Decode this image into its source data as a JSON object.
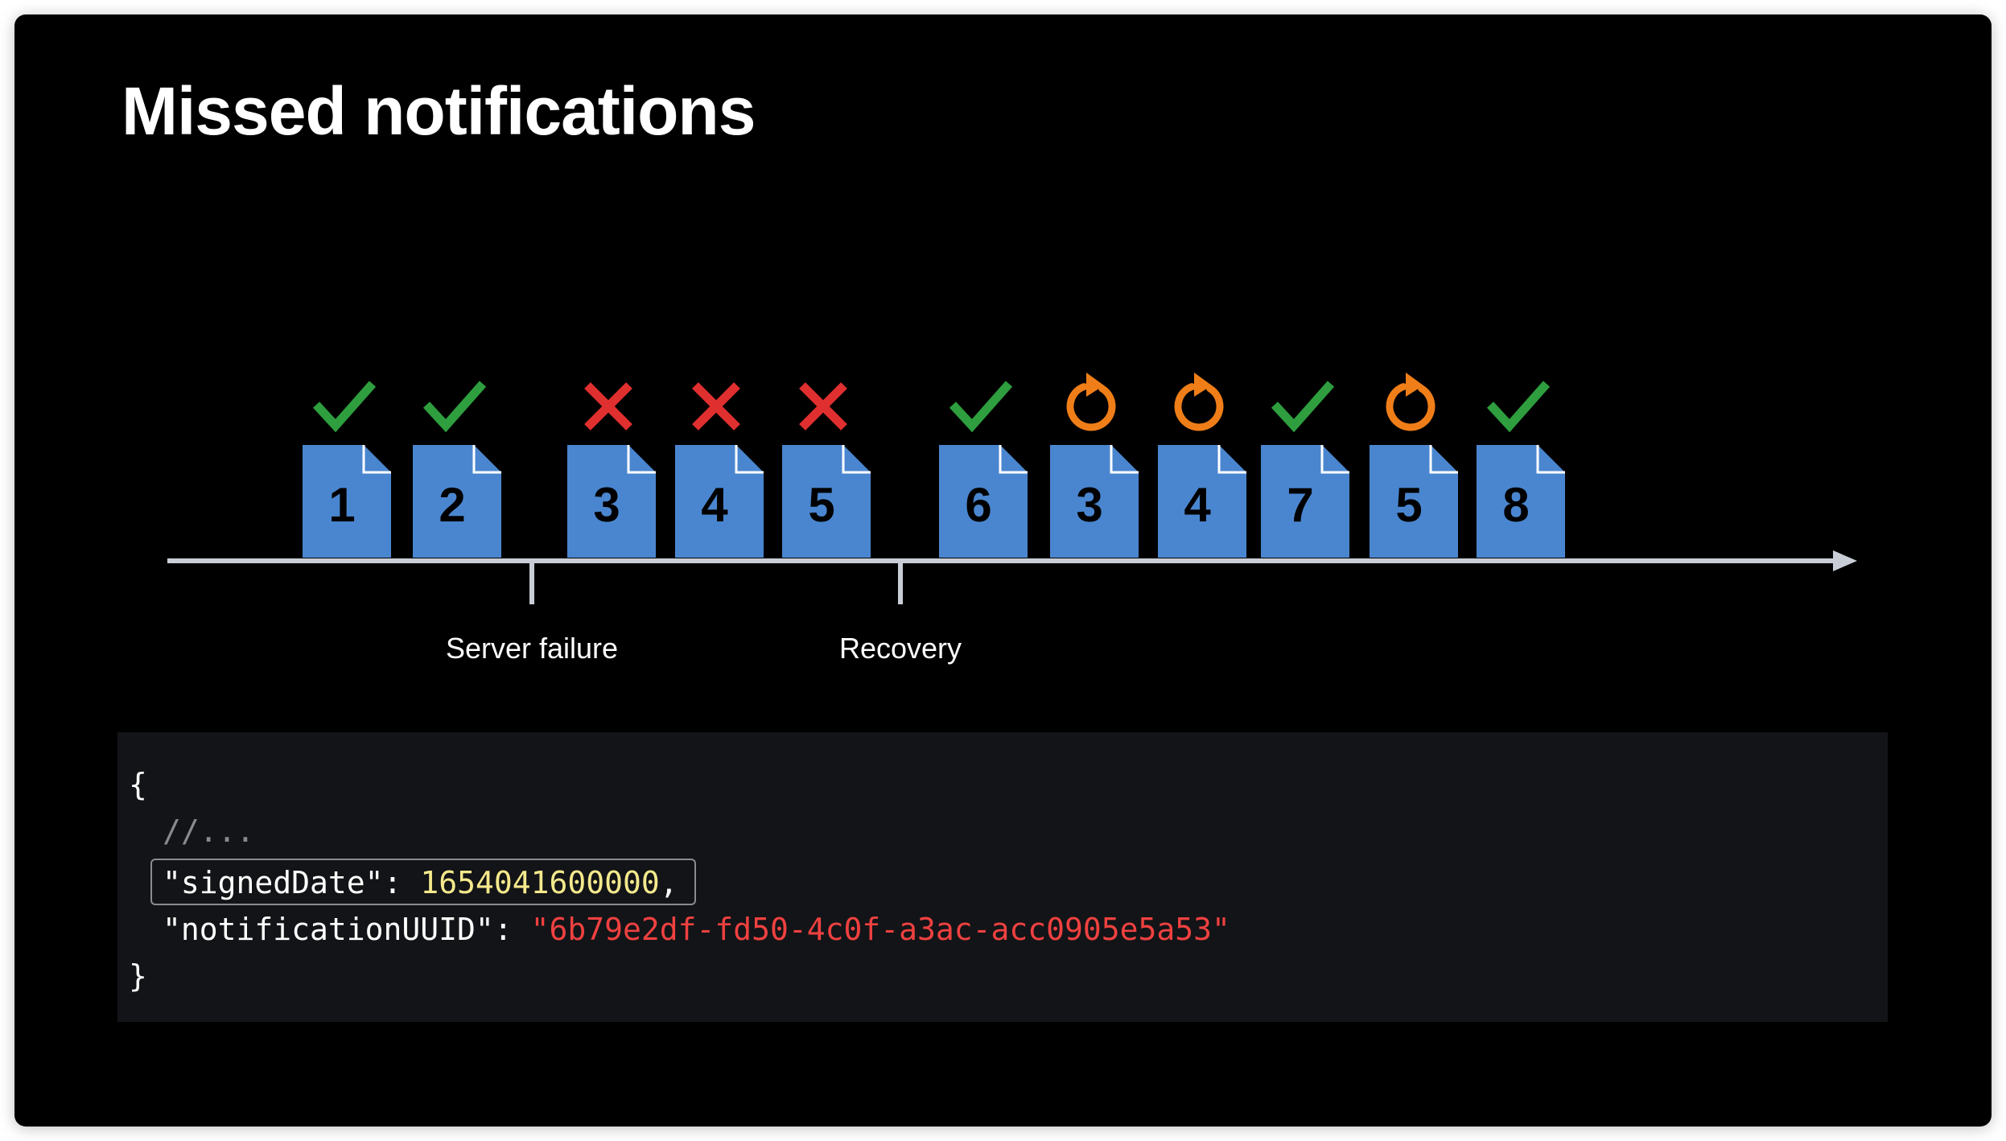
{
  "slide": {
    "title": "Missed notifications"
  },
  "timeline": {
    "events": [
      {
        "number": "1",
        "status": "success",
        "icon": "check-icon"
      },
      {
        "number": "2",
        "status": "success",
        "icon": "check-icon"
      },
      {
        "number": "3",
        "status": "failed",
        "icon": "cross-icon"
      },
      {
        "number": "4",
        "status": "failed",
        "icon": "cross-icon"
      },
      {
        "number": "5",
        "status": "failed",
        "icon": "cross-icon"
      },
      {
        "number": "6",
        "status": "success",
        "icon": "check-icon"
      },
      {
        "number": "3",
        "status": "retry",
        "icon": "retry-icon"
      },
      {
        "number": "4",
        "status": "retry",
        "icon": "retry-icon"
      },
      {
        "number": "7",
        "status": "success",
        "icon": "check-icon"
      },
      {
        "number": "5",
        "status": "retry",
        "icon": "retry-icon"
      },
      {
        "number": "8",
        "status": "success",
        "icon": "check-icon"
      }
    ],
    "markers": [
      {
        "label": "Server failure"
      },
      {
        "label": "Recovery"
      }
    ],
    "colors": {
      "document": "#4a86cf",
      "success": "#2e9e3e",
      "failed": "#e02f2f",
      "retry": "#f07e18",
      "axis": "#c9ced6"
    }
  },
  "code": {
    "open_brace": "{",
    "comment": "//...",
    "signed_key": "\"signedDate\"",
    "signed_colon": ": ",
    "signed_value": "1654041600000",
    "signed_comma": ",",
    "uuid_key": "\"notificationUUID\"",
    "uuid_colon": ": ",
    "uuid_value": "\"6b79e2df-fd50-4c0f-a3ac-acc0905e5a53\"",
    "close_brace": "}",
    "colors": {
      "number": "#f4e98c",
      "string": "#ef4140",
      "comment": "#8a8a8e"
    }
  }
}
